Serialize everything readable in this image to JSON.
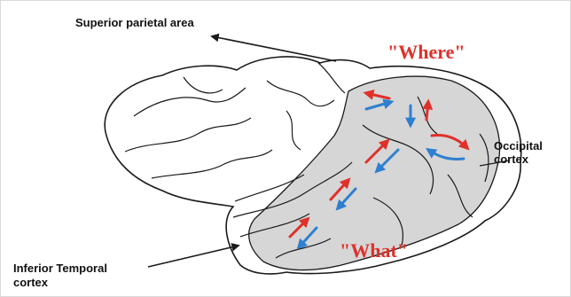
{
  "labels": {
    "superior_parietal": "Superior parietal area",
    "occipital_line1": "Occipital",
    "occipital_line2": "cortex",
    "inferior_temporal_line1": "Inferior Temporal",
    "inferior_temporal_line2": "cortex"
  },
  "streams": {
    "dorsal": "\"Where\"",
    "ventral": "\"What\""
  },
  "colors": {
    "outline": "#1a1a1a",
    "shaded_region": "#d6d6d6",
    "stream_text": "#e0302a",
    "feedforward_arrow": "#e0302a",
    "feedback_arrow": "#2f7fd0"
  }
}
